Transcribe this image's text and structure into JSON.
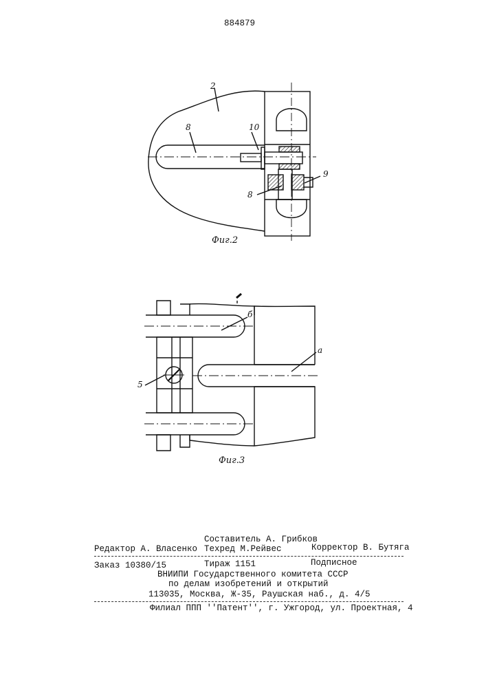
{
  "patent_number": "884879",
  "figure2": {
    "caption": "Фиг.2",
    "labels": [
      "2",
      "8",
      "10",
      "9",
      "8"
    ]
  },
  "figure3": {
    "caption": "Фиг.3",
    "labels": [
      "б",
      "а",
      "5"
    ]
  },
  "colophon": {
    "compiler": "Составитель А. Грибков",
    "editor": "Редактор А. Власенко",
    "techred": "Техред М.Рейвес",
    "corrector": "Корректор В. Бутяга",
    "order": "Заказ 10380/15",
    "circulation": "Тираж 1151",
    "subscription": "Подписное",
    "org_line1": "ВНИИПИ Государственного комитета СССР",
    "org_line2": "по делам изобретений и открытий",
    "address": "113035, Москва, Ж-35, Раушская наб., д. 4/5",
    "branch": "Филиал ППП ''Патент'', г. Ужгород, ул. Проектная, 4"
  }
}
